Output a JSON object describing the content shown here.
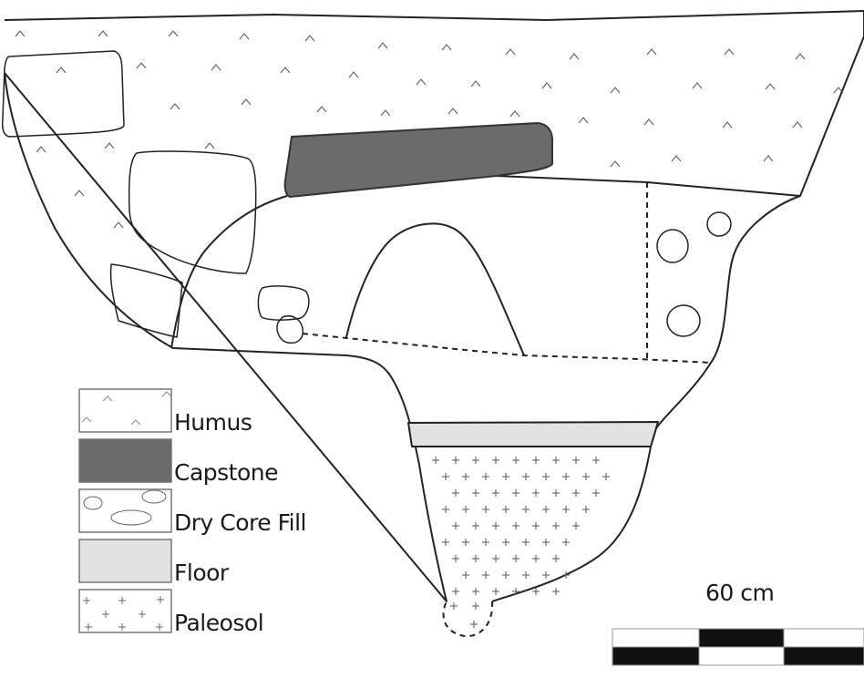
{
  "legend": [
    {
      "label": "Humus",
      "pattern": "caret"
    },
    {
      "label": "Capstone",
      "pattern": "solid-dark"
    },
    {
      "label": "Dry Core Fill",
      "pattern": "stones"
    },
    {
      "label": "Floor",
      "pattern": "solid-light"
    },
    {
      "label": "Paleosol",
      "pattern": "plus"
    }
  ],
  "scale_bar": {
    "label": "60 cm",
    "segments": 3
  },
  "colors": {
    "capstone": "#6b6b6b",
    "floor": "#e2e2e2",
    "line": "#222222",
    "pattern": "#555555"
  }
}
